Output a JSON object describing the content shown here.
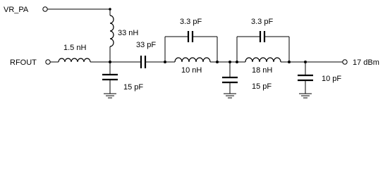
{
  "nets": {
    "supply": "VR_PA",
    "input": "RFOUT",
    "output": "17 dBm"
  },
  "components": {
    "l_series_in": "1.5 nH",
    "l_choke": "33 nH",
    "c_shunt_1": "15 pF",
    "c_series": "33 pF",
    "l_tank_1": "10 nH",
    "c_tank_1": "3.3 pF",
    "c_shunt_2": "15 pF",
    "l_tank_2": "18 nH",
    "c_tank_2": "3.3 pF",
    "c_shunt_3": "10 pF"
  }
}
